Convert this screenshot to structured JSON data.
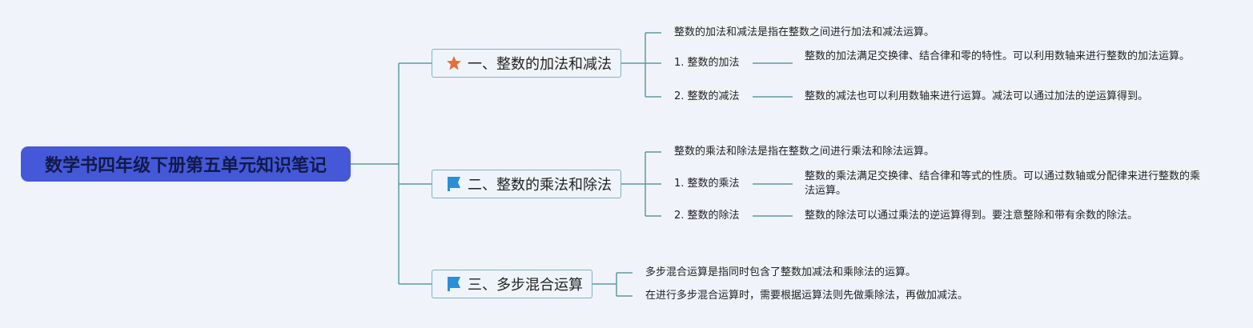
{
  "root": {
    "title": "数学书四年级下册第五单元知识笔记"
  },
  "branches": [
    {
      "title": "一、整数的加法和减法",
      "icon": "star-icon",
      "summary": "整数的加法和减法是指在整数之间进行加法和减法运算。",
      "items": [
        {
          "label": "1. 整数的加法",
          "detail": "整数的加法满足交换律、结合律和零的特性。可以利用数轴来进行整数的加法运算。"
        },
        {
          "label": "2. 整数的减法",
          "detail": "整数的减法也可以利用数轴来进行运算。减法可以通过加法的逆运算得到。"
        }
      ]
    },
    {
      "title": "二、整数的乘法和除法",
      "icon": "flag-icon",
      "summary": "整数的乘法和除法是指在整数之间进行乘法和除法运算。",
      "items": [
        {
          "label": "1. 整数的乘法",
          "detail": "整数的乘法满足交换律、结合律和等式的性质。可以通过数轴或分配律来进行整数的乘法运算。"
        },
        {
          "label": "2. 整数的除法",
          "detail": "整数的除法可以通过乘法的逆运算得到。要注意整除和带有余数的除法。"
        }
      ]
    },
    {
      "title": "三、多步混合运算",
      "icon": "flag-icon",
      "notes": [
        "多步混合运算是指同时包含了整数加减法和乘除法的运算。",
        "在进行多步混合运算时，需要根据运算法则先做乘除法，再做加减法。"
      ]
    }
  ],
  "colors": {
    "root_fill": "#4558d8",
    "root_text": "#111a4a",
    "connector": "#5e9b9b",
    "branch_border": "#7fb3bd",
    "star": "#e4703c",
    "flag": "#2a8fd6"
  }
}
